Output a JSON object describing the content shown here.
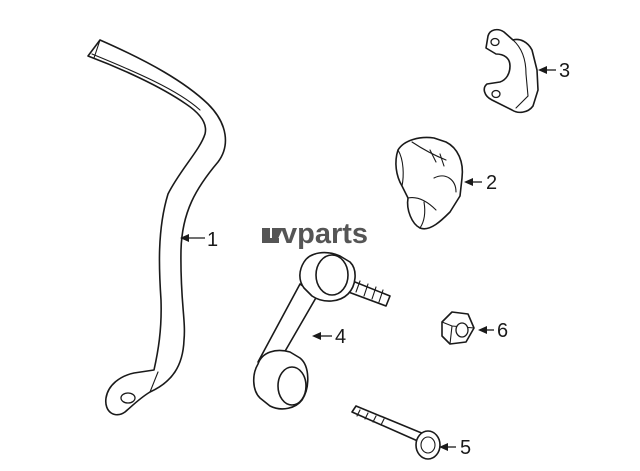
{
  "watermark": {
    "text": "vparts",
    "logo_mark": "lv-monogram-icon"
  },
  "callouts": [
    {
      "id": 1,
      "label": "1",
      "part": "stabilizer-bar"
    },
    {
      "id": 2,
      "label": "2",
      "part": "bushing"
    },
    {
      "id": 3,
      "label": "3",
      "part": "bracket"
    },
    {
      "id": 4,
      "label": "4",
      "part": "stabilizer-link"
    },
    {
      "id": 5,
      "label": "5",
      "part": "bolt"
    },
    {
      "id": 6,
      "label": "6",
      "part": "nut"
    }
  ],
  "colors": {
    "line": "#1a1a1a",
    "watermark": "#555555",
    "background": "#ffffff"
  }
}
